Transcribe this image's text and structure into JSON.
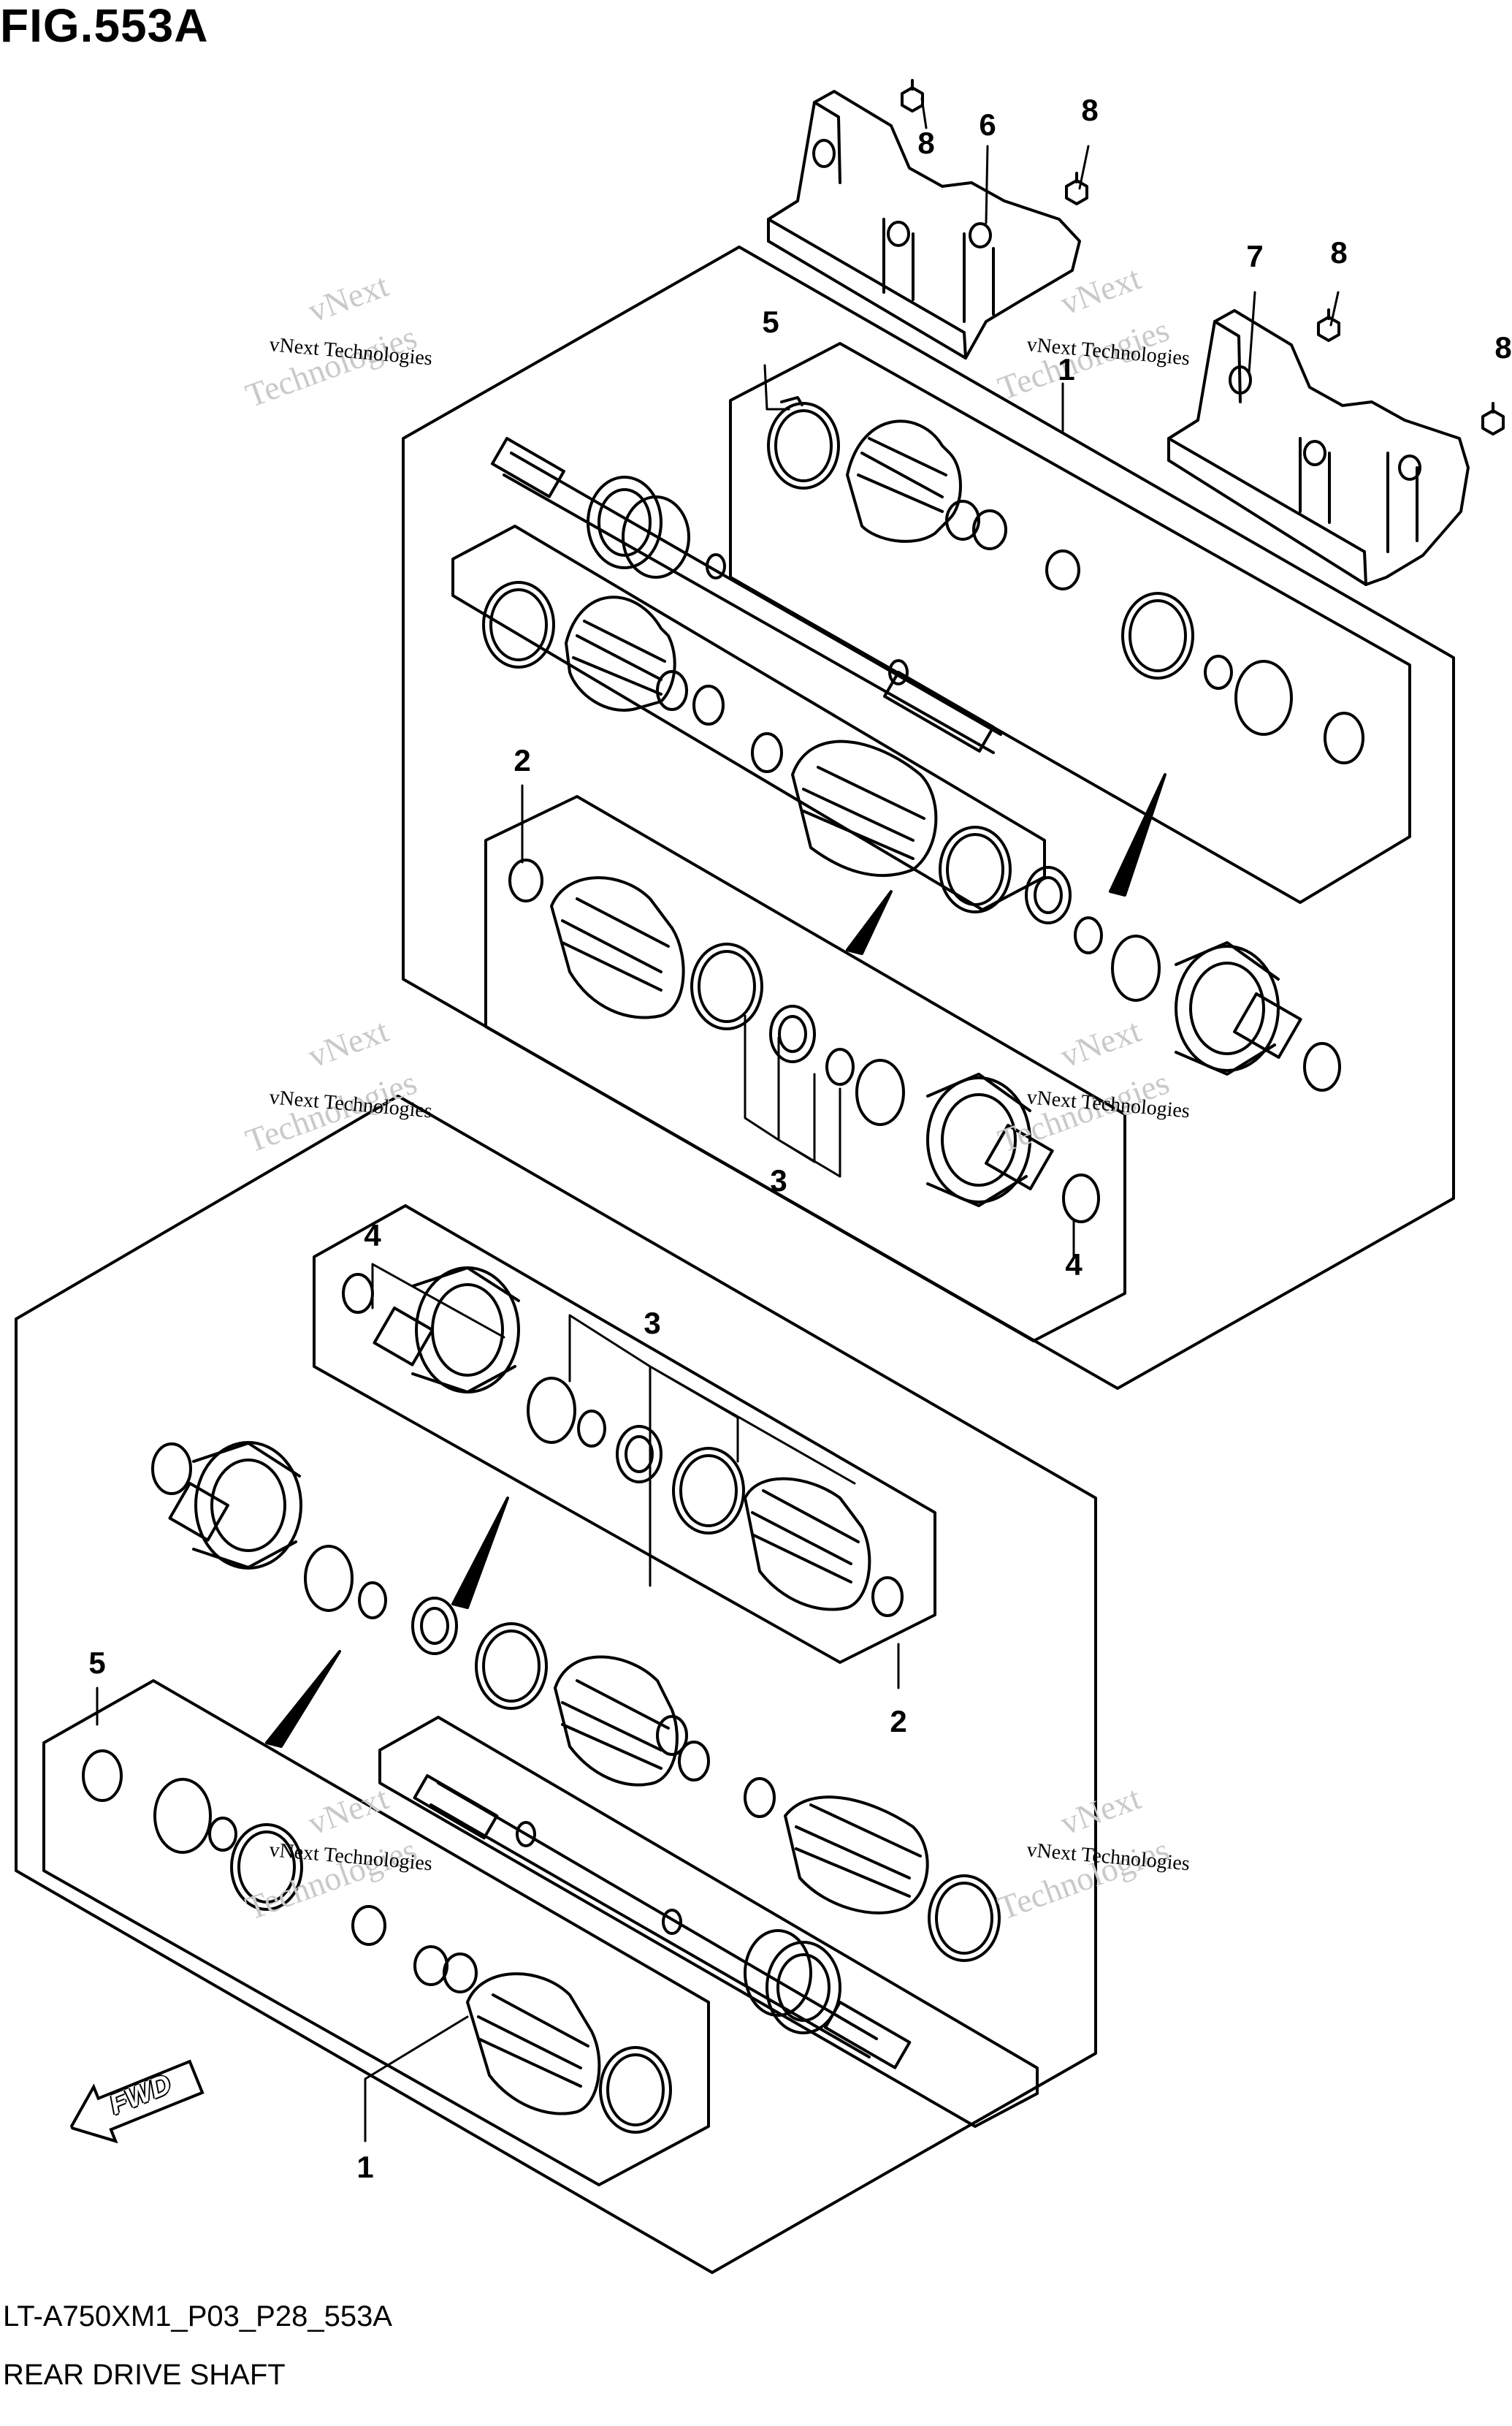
{
  "figure": {
    "title": "FIG.553A",
    "model_code": "LT-A750XM1_P03_P28_553A",
    "caption": "REAR DRIVE SHAFT"
  },
  "watermark": {
    "line1": "vNext Technologies",
    "line2": "vNext",
    "line3": "Technologies"
  },
  "direction_label": "FWD",
  "callouts": [
    {
      "id": "c8a",
      "text": "8"
    },
    {
      "id": "c6",
      "text": "6"
    },
    {
      "id": "c8b",
      "text": "8"
    },
    {
      "id": "c7",
      "text": "7"
    },
    {
      "id": "c8c",
      "text": "8"
    },
    {
      "id": "c8d",
      "text": "8"
    },
    {
      "id": "c5a",
      "text": "5"
    },
    {
      "id": "c1a",
      "text": "1"
    },
    {
      "id": "c2a",
      "text": "2"
    },
    {
      "id": "c3a",
      "text": "3"
    },
    {
      "id": "c4a",
      "text": "4"
    },
    {
      "id": "c4b",
      "text": "4"
    },
    {
      "id": "c3b",
      "text": "3"
    },
    {
      "id": "c5b",
      "text": "5"
    },
    {
      "id": "c2b",
      "text": "2"
    },
    {
      "id": "c1b",
      "text": "1"
    }
  ]
}
